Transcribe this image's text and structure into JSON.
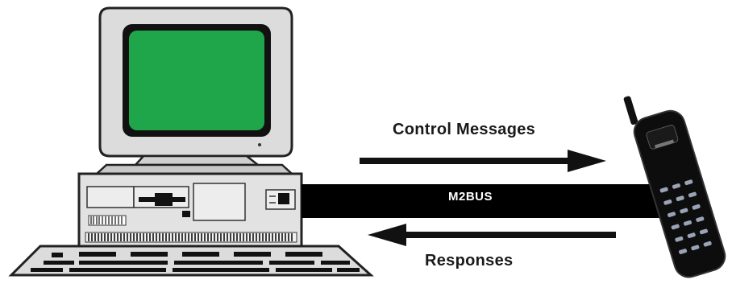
{
  "diagram": {
    "labels": {
      "control_messages": "Control Messages",
      "responses": "Responses",
      "bus": "M2BUS"
    },
    "icons": {
      "computer": "desktop-computer-icon",
      "phone": "mobile-phone-icon"
    },
    "colors": {
      "screen": "#1fa64a",
      "casing": "#d9d9d9",
      "bus": "#000000",
      "text": "#1a1a1a"
    }
  }
}
